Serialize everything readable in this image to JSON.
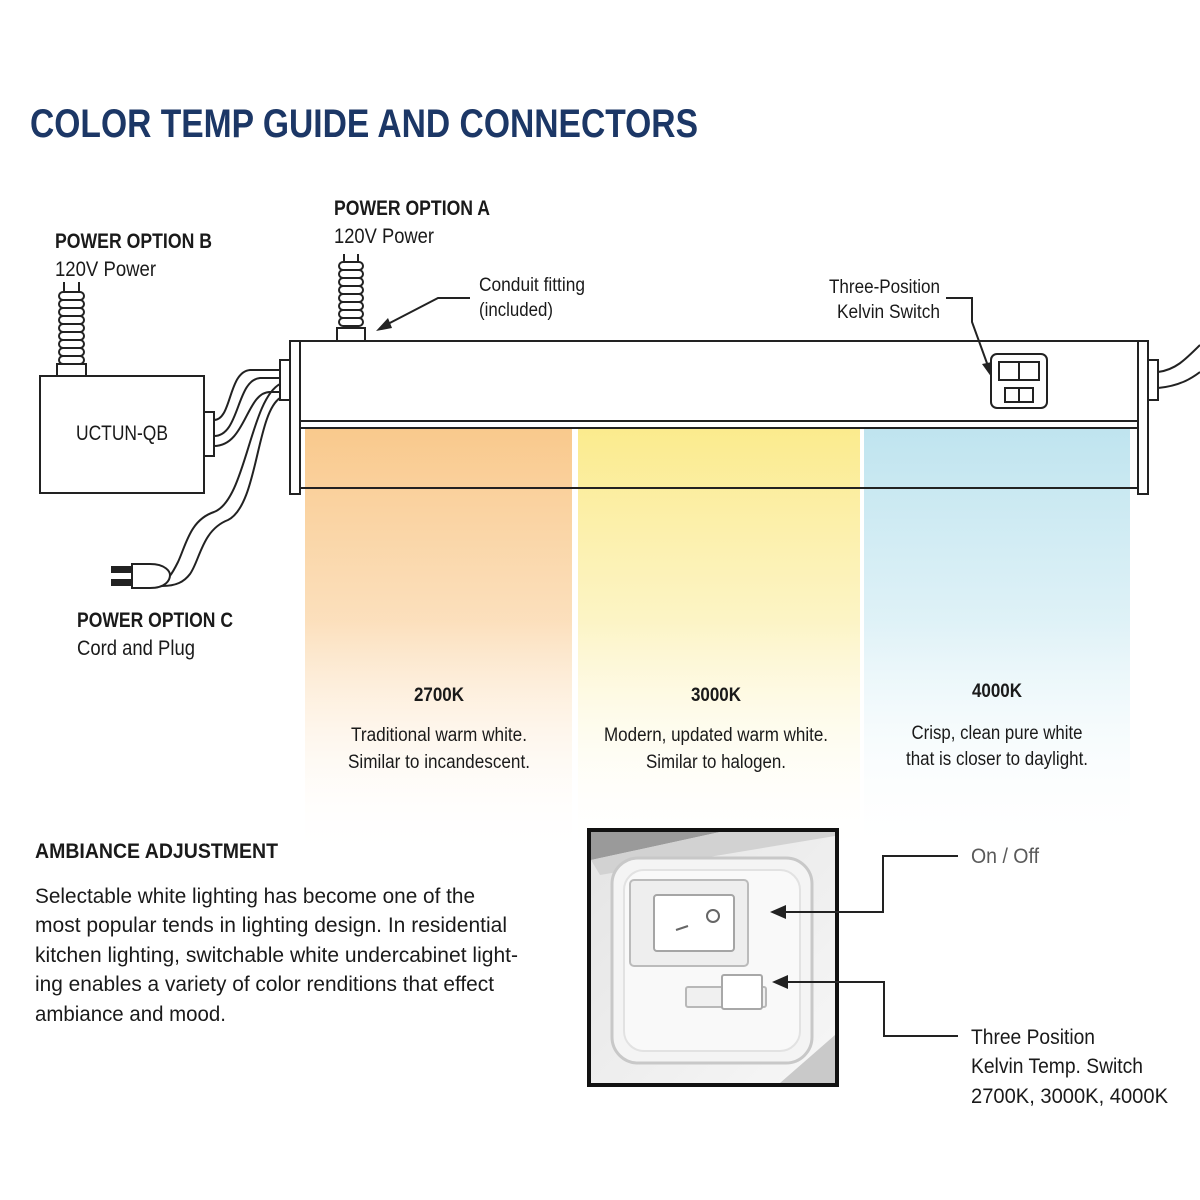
{
  "title": "COLOR TEMP GUIDE AND CONNECTORS",
  "power_options": {
    "a": {
      "heading": "POWER OPTION A",
      "sub": "120V Power"
    },
    "b": {
      "heading": "POWER OPTION B",
      "sub": "120V Power"
    },
    "c": {
      "heading": "POWER OPTION C",
      "sub": "Cord and Plug"
    }
  },
  "box_label": "UCTUN-QB",
  "callouts": {
    "conduit": [
      "Conduit fitting",
      "(included)"
    ],
    "switch": [
      "Three-Position",
      "Kelvin Switch"
    ],
    "on_off": "On / Off",
    "kelvin_switch": [
      "Three Position",
      "Kelvin Temp. Switch",
      "2700K, 3000K, 4000K"
    ]
  },
  "temperatures": [
    {
      "kelvin": "2700K",
      "lines": [
        "Traditional warm white.",
        "Similar to incandescent."
      ],
      "color": "#f9c98c"
    },
    {
      "kelvin": "3000K",
      "lines": [
        "Modern, updated warm white.",
        "Similar to halogen."
      ],
      "color": "#fbeb8d"
    },
    {
      "kelvin": "4000K",
      "lines": [
        "Crisp, clean pure white",
        "that is closer to daylight."
      ],
      "color": "#bfe4ef"
    }
  ],
  "ambiance": {
    "heading": "AMBIANCE ADJUSTMENT",
    "lines": [
      "Selectable white lighting has become one of the",
      "most popular tends in lighting design.  In residential",
      "kitchen lighting, switchable white undercabinet light-",
      "ing enables a variety of color renditions that effect",
      "ambiance and mood."
    ]
  },
  "colors": {
    "title": "#1c3766",
    "warm": "#f9c98c",
    "halogen": "#fbeb8d",
    "daylight": "#bfe4ef"
  }
}
